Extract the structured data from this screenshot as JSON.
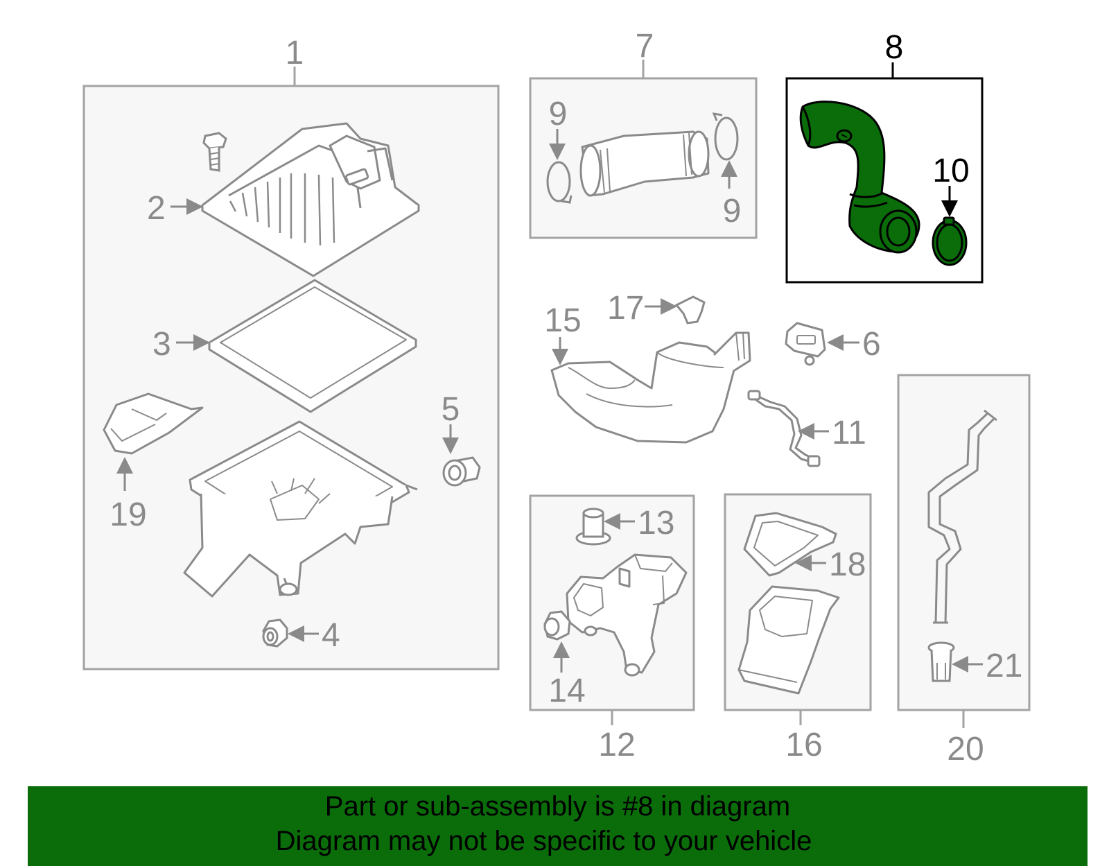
{
  "colors": {
    "outline": "#a3a3a3",
    "box_fill": "#f7f7f7",
    "highlight_fill": "#0a6d0a",
    "highlight_stroke": "#000000",
    "banner": "#0a6d0a",
    "label_gray": "#8a8a8a",
    "label_black": "#000000"
  },
  "callouts": {
    "c1": "1",
    "c2": "2",
    "c3": "3",
    "c4": "4",
    "c5": "5",
    "c6": "6",
    "c7": "7",
    "c8": "8",
    "c9a": "9",
    "c9b": "9",
    "c10": "10",
    "c11": "11",
    "c12": "12",
    "c13": "13",
    "c14": "14",
    "c15": "15",
    "c16": "16",
    "c17": "17",
    "c18": "18",
    "c19": "19",
    "c20": "20",
    "c21": "21"
  },
  "banner": {
    "line1": "Part or sub-assembly is #8 in diagram",
    "line2": "Diagram may not be specific to your vehicle"
  }
}
